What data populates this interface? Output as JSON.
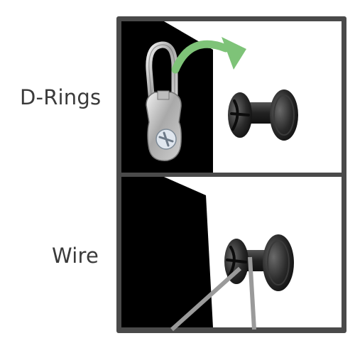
{
  "labels": {
    "drings": "D-Rings",
    "wire": "Wire"
  },
  "icons": {
    "d_ring": "d-ring-hanger",
    "arrow": "curved-arrow",
    "post": "binding-post-screw"
  },
  "colors": {
    "frame": "#4a4a4a",
    "board": "#000000",
    "wall": "#ffffff",
    "arrow": "#7ec378",
    "wire": "#9a9a9a"
  }
}
